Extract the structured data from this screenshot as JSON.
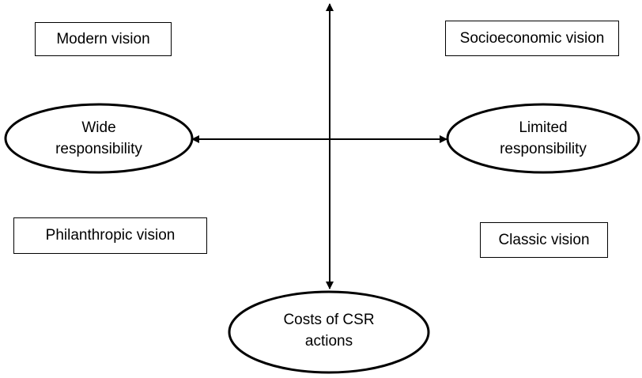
{
  "diagram": {
    "quadrant_labels": {
      "top_left": "Modern vision",
      "top_right": "Socioeconomic vision",
      "bottom_left": "Philanthropic vision",
      "bottom_right": "Classic vision"
    },
    "axis_nodes": {
      "left": {
        "line1": "Wide",
        "line2": "responsibility"
      },
      "right": {
        "line1": "Limited",
        "line2": "responsibility"
      },
      "bottom": {
        "line1": "Costs of CSR",
        "line2": "actions"
      }
    }
  }
}
